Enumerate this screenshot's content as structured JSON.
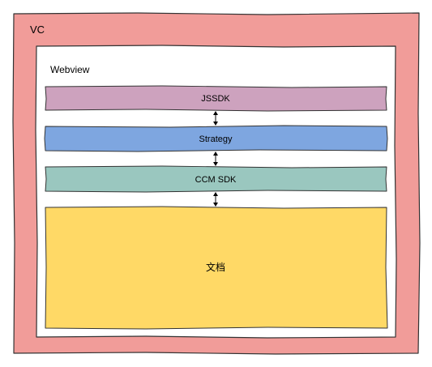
{
  "vc": {
    "label": "VC",
    "fill": "#f19c99",
    "stroke": "#333333"
  },
  "webview": {
    "label": "Webview",
    "fill": "#ffffff",
    "stroke": "#333333"
  },
  "layers": {
    "jssdk": {
      "label": "JSSDK",
      "fill": "#cda2be"
    },
    "strategy": {
      "label": "Strategy",
      "fill": "#7ea6e0"
    },
    "ccm_sdk": {
      "label": "CCM SDK",
      "fill": "#9ac7bf"
    },
    "document": {
      "label": "文档",
      "fill": "#ffd966"
    }
  },
  "connector_color": "#000000"
}
